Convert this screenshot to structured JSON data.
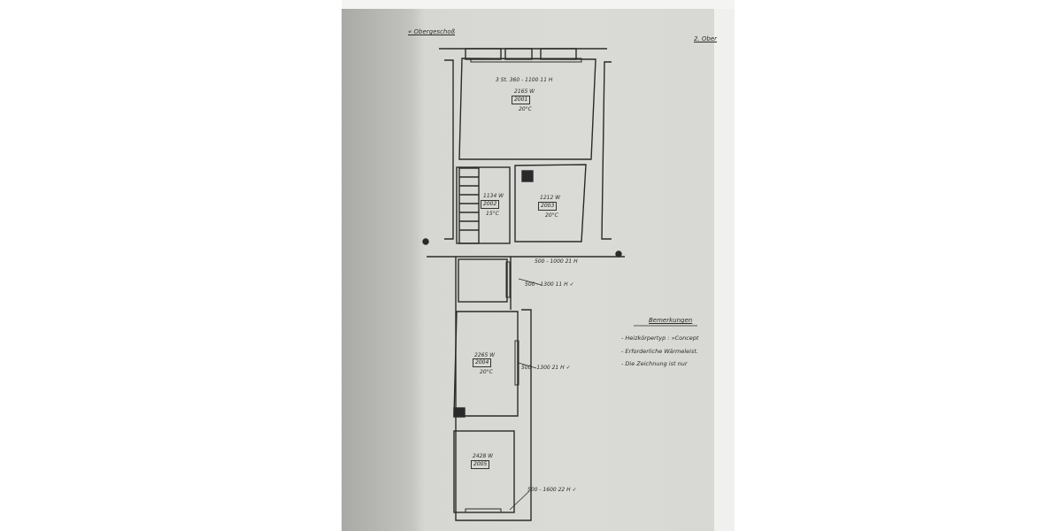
{
  "document": {
    "type": "scanned floor plan",
    "header_left": "« Obergeschoß",
    "header_right": "2. Ober"
  },
  "rooms": [
    {
      "id": "2001",
      "heat_load": "2165 W",
      "temperature": "20°C"
    },
    {
      "id": "2002",
      "heat_load": "1134 W",
      "temperature": "15°C"
    },
    {
      "id": "2003",
      "heat_load": "1212 W",
      "temperature": "20°C"
    },
    {
      "id": "2004",
      "heat_load": "2265 W",
      "temperature": "20°C"
    },
    {
      "id": "2005",
      "heat_load": "2428 W",
      "temperature": ""
    }
  ],
  "radiators": [
    {
      "label": "3 St. 360 - 1100  11 H"
    },
    {
      "label": "500 - 1000  21 H"
    },
    {
      "label": "500 - 1300  11 H  ✓"
    },
    {
      "label": "500 - 1300  21 H  ✓"
    },
    {
      "label": "500 - 1600  22 H  ✓"
    }
  ],
  "notes": {
    "title": "Bemerkungen",
    "items": [
      "- Heizkörpertyp : »Concept",
      "- Erforderliche Wärmeleist.",
      "- Die Zeichnung ist nur"
    ]
  },
  "colors": {
    "paper": "#d6d6d2",
    "ink": "#2b2b2b",
    "background": "#ffffff"
  }
}
